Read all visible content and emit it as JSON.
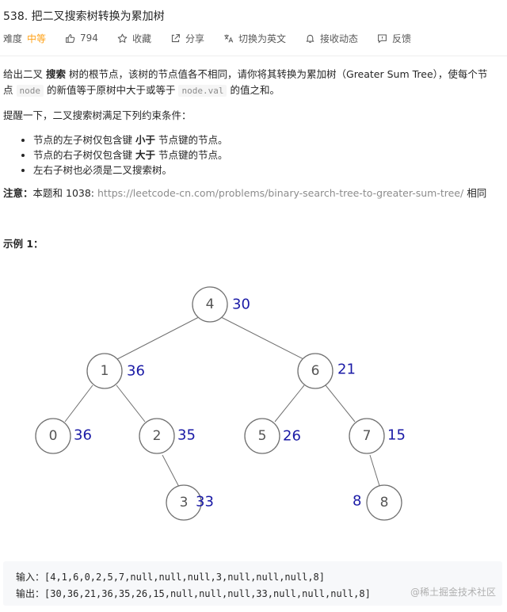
{
  "problem": {
    "title": "538. 把二叉搜索树转换为累加树"
  },
  "meta": {
    "difficulty_label": "难度",
    "difficulty_value": "中等",
    "likes": "794",
    "collect_label": "收藏",
    "share_label": "分享",
    "lang_label": "切换为英文",
    "notify_label": "接收动态",
    "feedback_label": "反馈"
  },
  "description": {
    "p1_a": "给出二叉",
    "p1_b": "搜索",
    "p1_c": "树的根节点，该树的节点值各不相同，请你将其转换为累加树（Greater Sum Tree），使每个节",
    "p1_d": "点",
    "p1_code1": "node",
    "p1_e": "的新值等于原树中大于或等于",
    "p1_code2": "node.val",
    "p1_f": "的值之和。",
    "p2": "提醒一下，二叉搜索树满足下列约束条件：",
    "rule1_a": "节点的左子树仅包含键",
    "rule1_b": "小于",
    "rule1_c": "节点键的节点。",
    "rule2_a": "节点的右子树仅包含键",
    "rule2_b": "大于",
    "rule2_c": "节点键的节点。",
    "rule3": "左右子树也必须是二叉搜索树。",
    "note_label": "注意：",
    "note_text": "本题和 1038:",
    "note_link": "https://leetcode-cn.com/problems/binary-search-tree-to-greater-sum-tree/",
    "note_end": "相同"
  },
  "example": {
    "title": "示例 1：",
    "input_line": "输入：[4,1,6,0,2,5,7,null,null,null,3,null,null,null,8]",
    "output_line": "输出：[30,36,21,36,35,26,15,null,null,null,33,null,null,null,8]"
  },
  "tree": {
    "nodes": [
      {
        "id": "n4",
        "val": "4",
        "sum": "30"
      },
      {
        "id": "n1",
        "val": "1",
        "sum": "36"
      },
      {
        "id": "n6",
        "val": "6",
        "sum": "21"
      },
      {
        "id": "n0",
        "val": "0",
        "sum": "36"
      },
      {
        "id": "n2",
        "val": "2",
        "sum": "35"
      },
      {
        "id": "n5",
        "val": "5",
        "sum": "26"
      },
      {
        "id": "n7",
        "val": "7",
        "sum": "15"
      },
      {
        "id": "n3",
        "val": "3",
        "sum": "33"
      },
      {
        "id": "n8",
        "val": "8",
        "sum": "8"
      }
    ],
    "colors": {
      "sum": "#1a1aa6",
      "stroke": "#707070"
    }
  },
  "watermark": "@稀土掘金技术社区"
}
